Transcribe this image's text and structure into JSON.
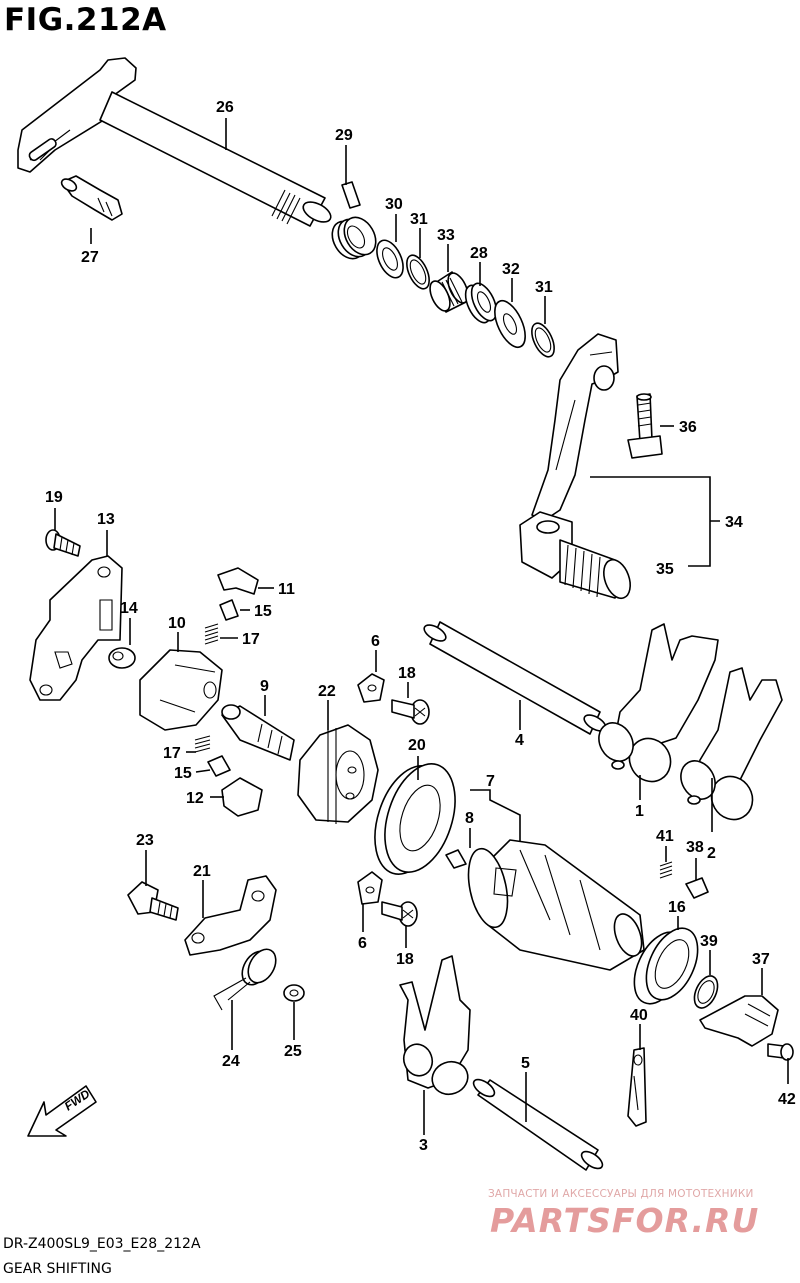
{
  "figure": {
    "title": "FIG.212A",
    "code": "DR-Z400SL9_E03_E28_212A",
    "subtitle": "GEAR SHIFTING"
  },
  "watermark": {
    "tagline": "ЗАПЧАСТИ И АКСЕССУАРЫ ДЛЯ МОТОТЕХНИКИ",
    "brand": "PARTSFOR.RU"
  },
  "direction_arrow": {
    "label": "FWD"
  },
  "callouts": {
    "p1": "1",
    "p2": "2",
    "p3": "3",
    "p4": "4",
    "p5": "5",
    "p6a": "6",
    "p6b": "6",
    "p7": "7",
    "p8": "8",
    "p9": "9",
    "p10": "10",
    "p11": "11",
    "p12": "12",
    "p13": "13",
    "p14": "14",
    "p15a": "15",
    "p15b": "15",
    "p16": "16",
    "p17a": "17",
    "p17b": "17",
    "p18a": "18",
    "p18b": "18",
    "p19": "19",
    "p20": "20",
    "p21": "21",
    "p22": "22",
    "p23": "23",
    "p24": "24",
    "p25": "25",
    "p26": "26",
    "p27": "27",
    "p28": "28",
    "p29": "29",
    "p30": "30",
    "p31a": "31",
    "p31b": "31",
    "p32": "32",
    "p33": "33",
    "p34": "34",
    "p35": "35",
    "p36": "36",
    "p37": "37",
    "p38": "38",
    "p39": "39",
    "p40": "40",
    "p41": "41",
    "p42": "42"
  },
  "icons": {
    "fwd_arrow": "fwd-arrow-icon"
  }
}
